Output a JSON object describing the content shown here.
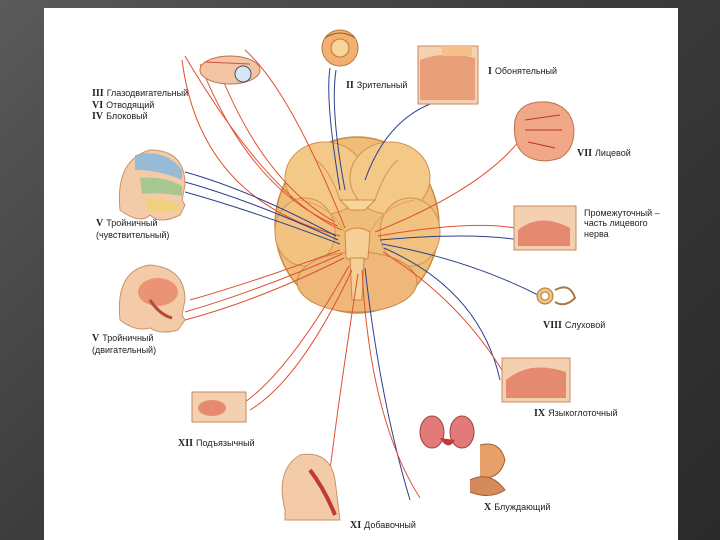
{
  "nerves": {
    "n1": {
      "num": "I",
      "name": "Обонятельный"
    },
    "n2": {
      "num": "II",
      "name": "Зрительный"
    },
    "n3": {
      "num": "III",
      "name": "Глазодвигательный"
    },
    "n6": {
      "num": "VI",
      "name": "Отводящий"
    },
    "n4": {
      "num": "IV",
      "name": "Блоковый"
    },
    "n5s": {
      "num": "V",
      "name": "Тройничный",
      "name2": "(чувствительный)"
    },
    "n5m": {
      "num": "V",
      "name": "Тройничный",
      "name2": "(двигательный)"
    },
    "n7": {
      "num": "VII",
      "name": "Лицевой"
    },
    "intermediate": {
      "line1": "Промежуточный –",
      "line2": "часть лицевого",
      "line3": "нерва"
    },
    "n8": {
      "num": "VIII",
      "name": "Слуховой"
    },
    "n9": {
      "num": "IX",
      "name": "Языкоглоточный"
    },
    "n10": {
      "num": "X",
      "name": "Блуждающий"
    },
    "n11": {
      "num": "XI",
      "name": "Добавочный"
    },
    "n12": {
      "num": "XII",
      "name": "Подъязычный"
    }
  },
  "colors": {
    "motor": "#e0502e",
    "sensory": "#2b3f8f",
    "brain": "#f2c27a",
    "tissue": "#e8a88a"
  }
}
